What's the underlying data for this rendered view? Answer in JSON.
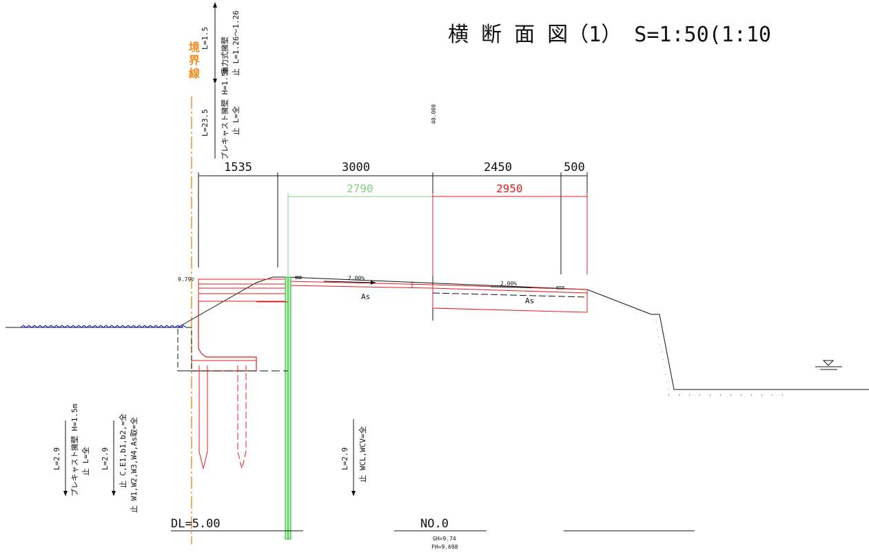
{
  "title": "横 断 面 図（1） S=1:50(1:10",
  "boundary_label": [
    "境",
    "界",
    "線"
  ],
  "dimensions_top": [
    "1535",
    "3000",
    "2450",
    "500"
  ],
  "dimensions_sub": {
    "green": "2790",
    "red": "2950"
  },
  "colors": {
    "red": "#e21b1b",
    "green": "#22bb22",
    "green_light": "#7fd37f",
    "orange": "#f08c1e",
    "blue": "#1c2fd6",
    "black": "#111111"
  },
  "labels": {
    "elevation": "9.79▽",
    "slope_left": "2.00%",
    "slope_right": "2.00%",
    "as_left": "As",
    "as_right": "As",
    "center_offset": "40.000",
    "datum": "DL=5.00",
    "station": "NO.0",
    "gh": "GH=9.74",
    "fh": "FH=9.698"
  },
  "vertical_notes": {
    "top_l1": "L=1.5",
    "top_l1_desc": "重力式擁壁",
    "top_l1_range": "止 L=1.26〜1.26",
    "top_l2": "L=23.5",
    "top_l2_desc": "プレキャスト擁壁 H=1.5m",
    "top_l2_range": "止 L=全",
    "bottom_1_len": "L=2.9",
    "bottom_1_desc": "プレキャスト擁壁 H=1.5m",
    "bottom_1_range": "止 L=全",
    "bottom_2_len": "L=2.9",
    "bottom_2_desc": "止 C,E1,b1,b2,=全",
    "bottom_2_range": "止 W1,W2,W3,W4,As取=全",
    "bottom_3_len": "L=2.9",
    "bottom_3_desc": "止 WCL,WCV=全"
  }
}
